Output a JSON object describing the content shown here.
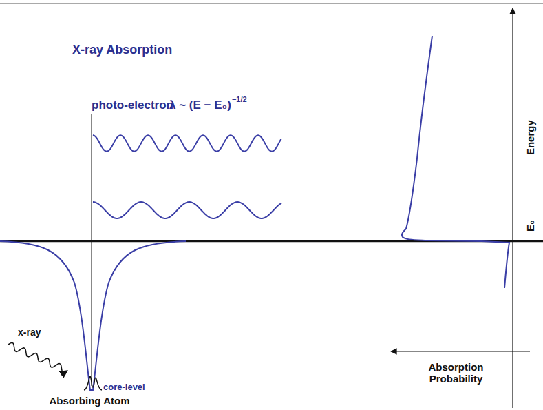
{
  "diagram": {
    "title": "X-ray Absorption",
    "labels": [
      "photo-electron",
      "λ ~ (E − E₀)",
      "−1/2",
      "x-ray",
      "core-level",
      "Absorbing Atom",
      "Energy",
      "E₀",
      "Absorption Probability"
    ]
  }
}
